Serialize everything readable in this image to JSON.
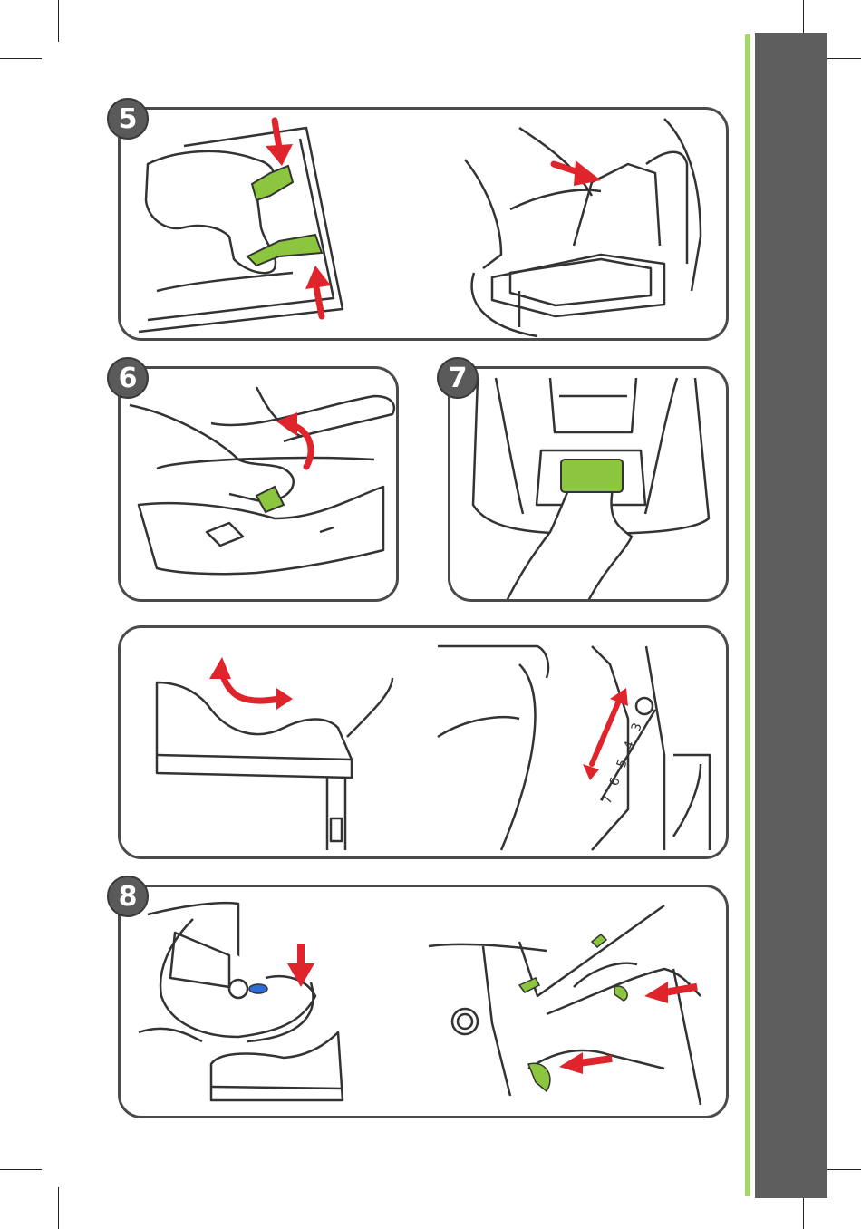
{
  "steps": {
    "s5": "5",
    "s6": "6",
    "s7": "7",
    "s8": "8"
  },
  "colors": {
    "frame": "#4a4a4a",
    "badge": "#5a5a5a",
    "arrow": "#e0242b",
    "highlight": "#8cc63f",
    "side_bar": "#5e5e5e",
    "side_stripe": "#a6d66a"
  },
  "scale_numbers": [
    "7",
    "6",
    "5",
    "4",
    "3"
  ],
  "icons": [
    "hand-icon",
    "red-arrow-icon",
    "car-seat-base-icon",
    "release-button-icon",
    "support-leg-icon",
    "isofix-connector-icon"
  ]
}
